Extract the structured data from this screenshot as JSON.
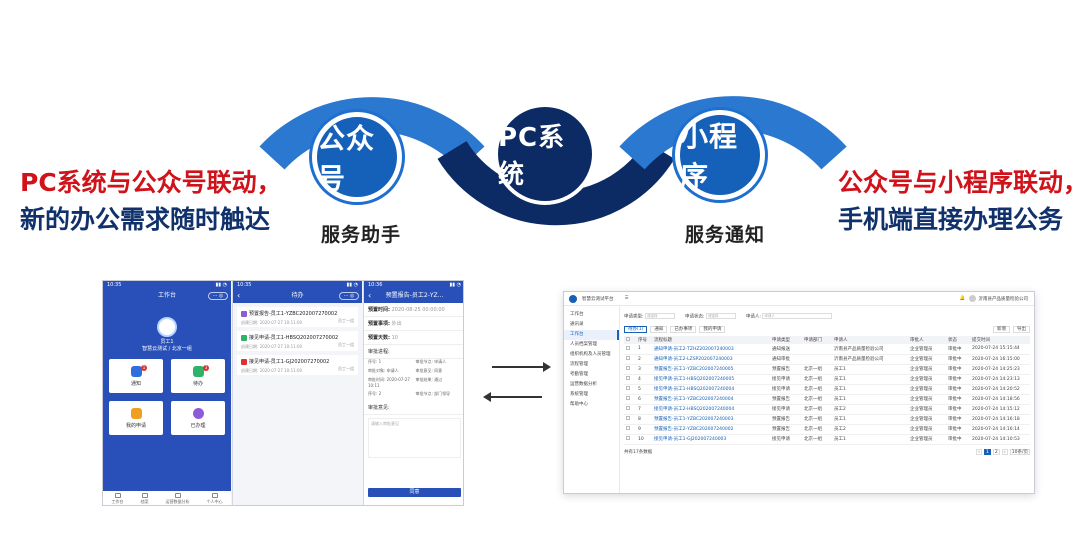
{
  "hero": {
    "left_line1": "PC系统与公众号联动，",
    "left_line2": "新的办公需求随时触达",
    "right_line1": "公众号与小程序联动，",
    "right_line2": "手机端直接办理公务",
    "circle_left": "公众号",
    "circle_center": "PC系统",
    "circle_right": "小程序",
    "caption_left": "服务助手",
    "caption_right": "服务通知",
    "colors": {
      "arc_light": "#2a78d0",
      "arc_dark": "#0c2a63",
      "headline_red": "#d0121a",
      "headline_navy": "#10316b"
    }
  },
  "phone1": {
    "time": "10:35",
    "title": "工作台",
    "user": "员工1",
    "org": "智慧云测试 / 北京一组",
    "tiles": [
      {
        "label": "通知",
        "icon": "bell-icon",
        "color": "#2f6fdc",
        "badge": "1"
      },
      {
        "label": "待办",
        "icon": "bus-icon",
        "color": "#2fb36a",
        "badge": "3"
      },
      {
        "label": "我的申请",
        "icon": "pencil-icon",
        "color": "#f0a020",
        "badge": ""
      },
      {
        "label": "已办理",
        "icon": "check-icon",
        "color": "#8e5bd8",
        "badge": ""
      }
    ],
    "tabs": [
      "工作台",
      "档案",
      "运营数据分析",
      "个人中心"
    ]
  },
  "phone2": {
    "time": "10:35",
    "title": "待办",
    "items": [
      {
        "title": "预置报告-员工1-YZBC202007270002",
        "date": "创建日期: 2020-07-27 10:11:00",
        "who": "员工一组",
        "color": "#8e5bd8"
      },
      {
        "title": "接见申请-员工1-HBSQ202007270002",
        "date": "创建日期: 2020-07-27 10:11:00",
        "who": "员工一组",
        "color": "#2fb36a"
      },
      {
        "title": "接见申请-员工1-GJ202007270002",
        "date": "创建日期: 2020-07-27 10:11:00",
        "who": "员工一组",
        "color": "#e03131"
      }
    ]
  },
  "phone3": {
    "time": "10:36",
    "title": "预置报告-员工2-YZ...",
    "lines": [
      {
        "k": "预置时间:",
        "v": "2020-08-25 00:00:00"
      },
      {
        "k": "预置事项:",
        "v": "外出"
      },
      {
        "k": "预置天数:",
        "v": "10"
      }
    ],
    "section": "审批进程:",
    "grid": [
      "序号: 1",
      "审批节点: 申请人",
      "审批对象: 申请人",
      "审批意见: 同意",
      "审批时间: 2020-07-27 10:11",
      "审批结果: 通过",
      "序号: 2",
      "审批节点: 部门领导"
    ],
    "opinion_title": "审批意见:",
    "opinion_placeholder": "请输入审批意见",
    "agree": "同意"
  },
  "pc": {
    "header_title": "智慧云测试平台",
    "company": "沂南县产品质量检验公司",
    "sidebar": [
      "工作台",
      "通讯录",
      "工作台",
      "人员档案管理",
      "组织机构及人员管理",
      "流程管理",
      "考勤管理",
      "运营数据分析",
      "系统管理",
      "帮助中心"
    ],
    "filters": [
      {
        "label": "申请类型:",
        "placeholder": "请选择"
      },
      {
        "label": "申请状态:",
        "placeholder": "请选择"
      },
      {
        "label": "申请人:",
        "placeholder": "申请人"
      }
    ],
    "tabs": [
      "待办(1)",
      "通知",
      "已办事项",
      "我的申请"
    ],
    "right_buttons": [
      "新增",
      "导出"
    ],
    "columns": [
      "",
      "序号",
      "流程标题",
      "申请类型",
      "申请部门",
      "申请人",
      "审批人",
      "状态",
      "提交时间"
    ],
    "rows": [
      [
        "1",
        "通知申请-员工2-TZHZ202007240003",
        "通知报送",
        "",
        "沂南县产品质量检验公司",
        "企业管理员",
        "审批中",
        "2020-07-24 15:15:44"
      ],
      [
        "2",
        "通知申请-员工2-LZSP202007240003",
        "通知审批",
        "",
        "沂南县产品质量检验公司",
        "企业管理员",
        "审批中",
        "2020-07-24 16:15:00"
      ],
      [
        "3",
        "预置报告-员工1-YZBC202007240005",
        "预置报告",
        "北京一组",
        "员工1",
        "企业管理员",
        "审批中",
        "2020-07-24 14:25:23"
      ],
      [
        "4",
        "接见申请-员工1-HBSQ202007240005",
        "接见申请",
        "北京一组",
        "员工1",
        "企业管理员",
        "审批中",
        "2020-07-24 14:23:13"
      ],
      [
        "5",
        "接见申请-员工1-HBSQ202007240004",
        "接见申请",
        "北京一组",
        "员工1",
        "企业管理员",
        "审批中",
        "2020-07-24 14:20:52"
      ],
      [
        "6",
        "预置报告-员工1-YZBC202007240004",
        "预置报告",
        "北京一组",
        "员工1",
        "企业管理员",
        "审批中",
        "2020-07-24 14:18:56"
      ],
      [
        "7",
        "接见申请-员工2-HBSQ202007240004",
        "接见申请",
        "北京一组",
        "员工2",
        "企业管理员",
        "审批中",
        "2020-07-24 14:15:12"
      ],
      [
        "8",
        "预置报告-员工1-YZBC202007240003",
        "预置报告",
        "北京一组",
        "员工1",
        "企业管理员",
        "审批中",
        "2020-07-24 14:16:18"
      ],
      [
        "9",
        "预置报告-员工2-YZBC202007240002",
        "预置报告",
        "北京一组",
        "员工2",
        "企业管理员",
        "审批中",
        "2020-07-24 14:16:14"
      ],
      [
        "10",
        "接见申请-员工1-GJ202007240003",
        "接见申请",
        "北京一组",
        "员工1",
        "企业管理员",
        "审批中",
        "2020-07-24 14:10:53"
      ]
    ],
    "total": "共有17条数据",
    "pages": [
      "‹",
      "1",
      "2",
      "›"
    ],
    "page_size": "10条/页"
  }
}
